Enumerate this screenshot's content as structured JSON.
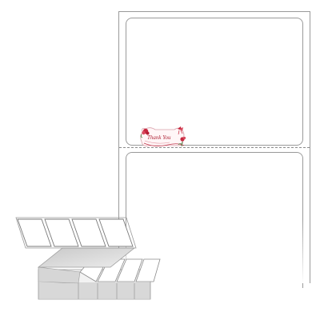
{
  "label_graphic": {
    "text": "Thank You",
    "accent_color": "#b0283a",
    "icon": "rose-ribbon-icon"
  },
  "colors": {
    "outline": "#9a9a9a",
    "fanfold_fill": "#dcdcdc"
  },
  "illustration": {
    "icon": "fanfold-label-stack-icon",
    "top_row_labels": 4,
    "stack_columns": 4
  }
}
